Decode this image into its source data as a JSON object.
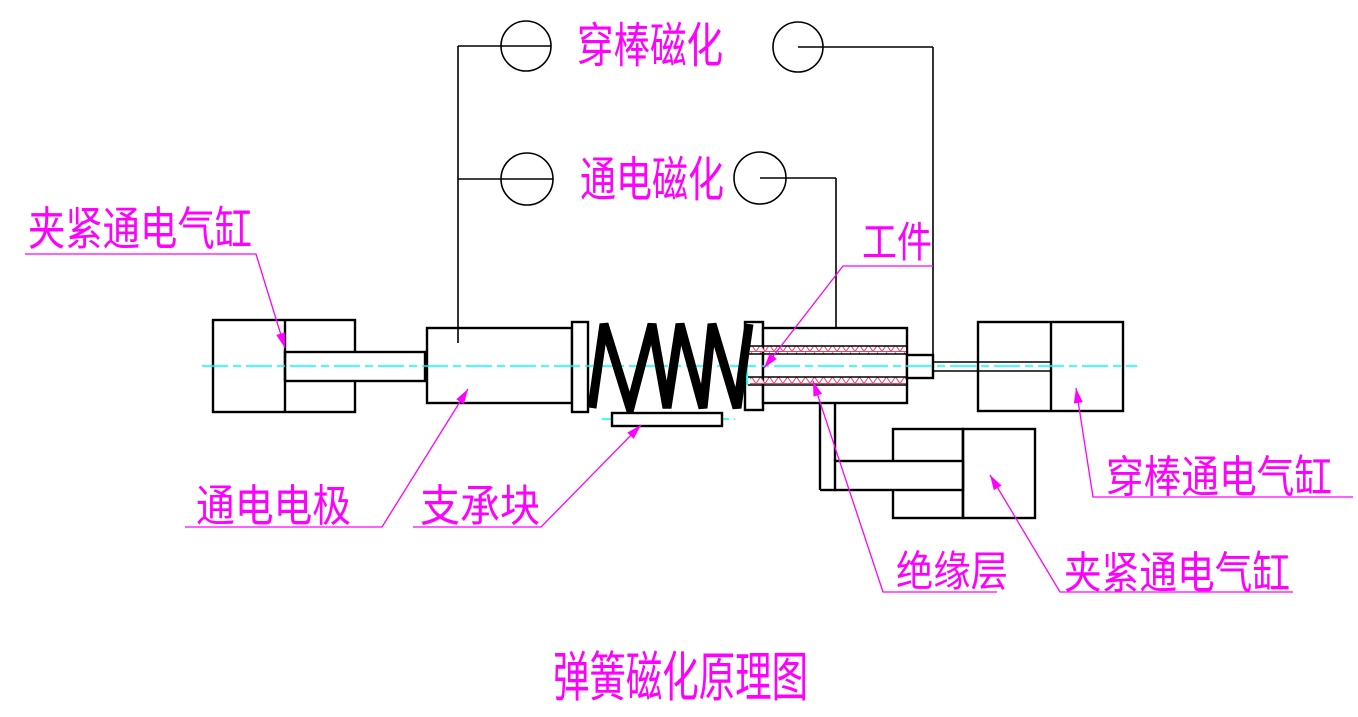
{
  "diagram_title": "弹簧磁化原理图",
  "circuit": {
    "rod_magnetization_label": "穿棒磁化",
    "current_magnetization_label": "通电磁化"
  },
  "part_labels": {
    "clamp_cylinder_left": "夹紧通电气缸",
    "electrode": "通电电极",
    "support_block": "支承块",
    "workpiece": "工件",
    "insulation_layer": "绝缘层",
    "clamp_cylinder_right": "夹紧通电气缸",
    "rod_cylinder": "穿棒通电气缸"
  },
  "colors": {
    "line": "#000000",
    "label_text": "#ff00ff",
    "centerline": "#00ffff",
    "insulation_hatch": "#e8446a",
    "background": "#ffffff"
  }
}
